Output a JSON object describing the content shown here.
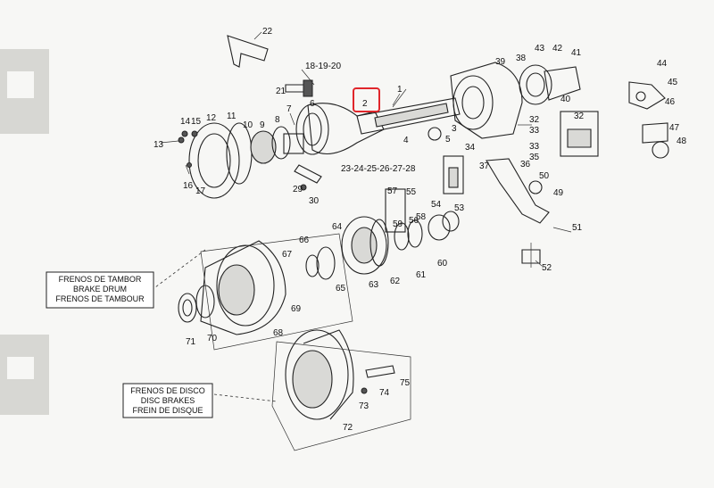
{
  "labels": {
    "l1": "1",
    "l2": "2",
    "l3": "3",
    "l4": "4",
    "l5": "5",
    "l6": "6",
    "l7": "7",
    "l8": "8",
    "l9": "9",
    "l10": "10",
    "l11": "11",
    "l12": "12",
    "l13": "13",
    "l14": "14",
    "l15": "15",
    "l16": "16",
    "l17": "17",
    "l18": "18-19-20",
    "l21": "21",
    "l22": "22",
    "l23": "23-24-25-26-27-28",
    "l29": "29",
    "l30": "30",
    "l32a": "32",
    "l32b": "32",
    "l33a": "33",
    "l33b": "33",
    "l34": "34",
    "l35": "35",
    "l36": "36",
    "l37": "37",
    "l38": "38",
    "l39": "39",
    "l40": "40",
    "l41": "41",
    "l42": "42",
    "l43": "43",
    "l44": "44",
    "l45": "45",
    "l46": "46",
    "l47": "47",
    "l48": "48",
    "l49": "49",
    "l50": "50",
    "l51": "51",
    "l52": "52",
    "l53": "53",
    "l54": "54",
    "l55": "55",
    "l56": "56",
    "l57": "57",
    "l58": "58",
    "l59": "59",
    "l60": "60",
    "l61": "61",
    "l62": "62",
    "l63": "63",
    "l64": "64",
    "l65": "65",
    "l66": "66",
    "l67": "67",
    "l68": "68",
    "l69": "69",
    "l70": "70",
    "l71": "71",
    "l72": "72",
    "l73": "73",
    "l74": "74",
    "l75": "75"
  },
  "highlight_label": "2",
  "drum_box": {
    "line1": "FRENOS DE TAMBOR",
    "line2": "BRAKE DRUM",
    "line3": "FRENOS DE TAMBOUR"
  },
  "disc_box": {
    "line1": "FRENOS DE DISCO",
    "line2": "DISC BRAKES",
    "line3": "FREIN DE DISQUE"
  },
  "colors": {
    "highlight": "#e0262b",
    "ink": "#222222",
    "paper": "#f7f7f5"
  }
}
